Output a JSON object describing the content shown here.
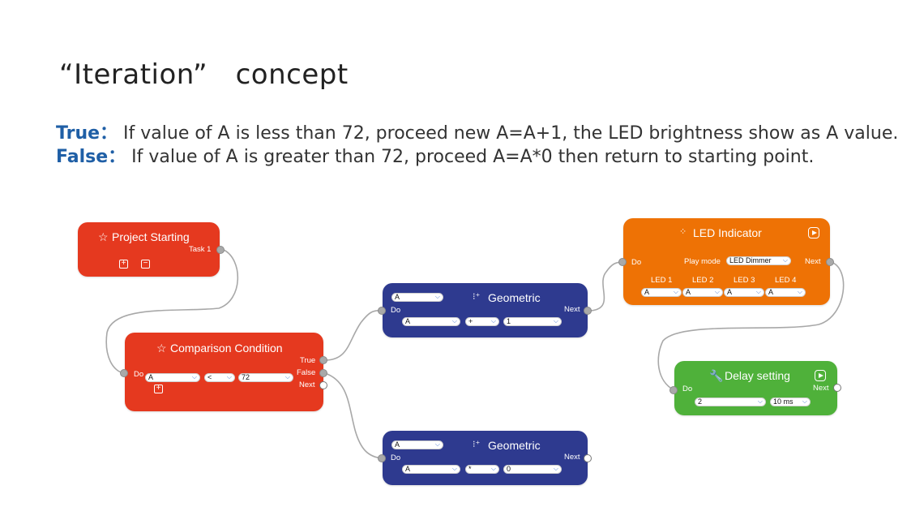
{
  "title": "“Iteration”　concept",
  "descriptions": [
    {
      "key": "True：",
      "text": "If value of A is less than 72, proceed new A=A+1, the LED brightness show as A value."
    },
    {
      "key": "False：",
      "text": "If value of A is greater than 72, proceed A=A*0 then return to starting point."
    }
  ],
  "colors": {
    "red": "#e5391f",
    "blue": "#2e3a8f",
    "orange": "#ee7205",
    "green": "#4fb13a",
    "key_text": "#1f5fa6"
  },
  "nodes": {
    "project_starting": {
      "icon": "star-icon",
      "title": "Project Starting",
      "task_label": "Task 1",
      "add_icon": "plus-icon",
      "remove_icon": "minus-icon"
    },
    "comparison": {
      "icon": "star-icon",
      "title": "Comparison Condition",
      "do_label": "Do",
      "operand_a": "A",
      "operator": "<",
      "operand_b": "72",
      "true_label": "True",
      "false_label": "False",
      "next_label": "Next",
      "add_icon": "plus-icon"
    },
    "geometric_true": {
      "icon": "geometric-icon",
      "title": "Geometric",
      "var": "A",
      "do_label": "Do",
      "operand_a": "A",
      "operator": "+",
      "operand_b": "1",
      "next_label": "Next"
    },
    "geometric_false": {
      "icon": "geometric-icon",
      "title": "Geometric",
      "var": "A",
      "do_label": "Do",
      "operand_a": "A",
      "operator": "*",
      "operand_b": "0",
      "next_label": "Next"
    },
    "led": {
      "icon": "led-icon",
      "title": "LED Indicator",
      "do_label": "Do",
      "play_mode_label": "Play mode",
      "play_mode": "LED Dimmer",
      "next_label": "Next",
      "leds": [
        {
          "label": "LED 1",
          "value": "A"
        },
        {
          "label": "LED 2",
          "value": "A"
        },
        {
          "label": "LED 3",
          "value": "A"
        },
        {
          "label": "LED 4",
          "value": "A"
        }
      ]
    },
    "delay": {
      "icon": "wrench-icon",
      "title": "Delay setting",
      "do_label": "Do",
      "value": "2",
      "unit": "10 ms",
      "next_label": "Next"
    }
  }
}
